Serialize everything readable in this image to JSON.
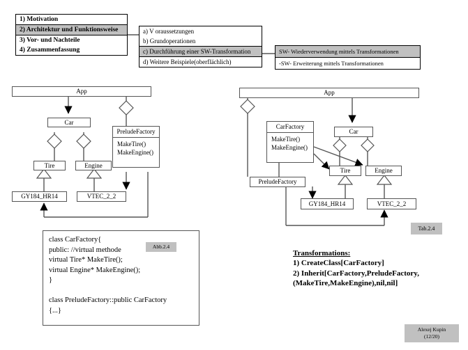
{
  "agenda": {
    "items": [
      {
        "label": "1) Motivation",
        "highlight": false
      },
      {
        "label": "2) Architektur und Funktionsweise",
        "highlight": true
      },
      {
        "label": "3) Vor- und Nachteile",
        "highlight": false
      },
      {
        "label": "4) Zusammenfassung",
        "highlight": false
      }
    ]
  },
  "subagenda": {
    "items": [
      {
        "label": "a) V oraussetzungen",
        "highlight": false
      },
      {
        "label": "b) Grundoperationen",
        "highlight": false
      },
      {
        "label": "c) Durchführung einer SW-Transformation",
        "highlight": true
      },
      {
        "label": "d) Weitere Beispiele(oberflächlich)",
        "highlight": false
      }
    ]
  },
  "transform_menu": {
    "items": [
      {
        "label": "SW- Wiederverwendung  mittels Transformationen",
        "highlight": true
      },
      {
        "label": "-SW- Erweiterung mittels Transformationen",
        "highlight": false
      }
    ]
  },
  "left_diagram": {
    "app": "App",
    "car": "Car",
    "tire": "Tire",
    "engine": "Engine",
    "gy": "GY184_HR14",
    "vtec": "VTEC_2_2",
    "factory_name": "PreludeFactory",
    "factory_ops": [
      "MakeTire()",
      "MakeEngine()"
    ]
  },
  "right_diagram": {
    "app": "App",
    "car": "Car",
    "tire": "Tire",
    "engine": "Engine",
    "gy": "GY184_HR14",
    "vtec": "VTEC_2_2",
    "carfactory_name": "CarFactory",
    "carfactory_ops": [
      "MakeTire()",
      "MakeEngine()"
    ],
    "preludefactory": "PreludeFactory",
    "tab_label": "Tab.2.4"
  },
  "code": {
    "tag": "Abb.2.4",
    "lines": [
      "class CarFactory{",
      "public: //virtual methode",
      "virtual Tire* MakeTire();",
      "virtual Engine* MakeEngine();",
      "}",
      "",
      "class PreludeFactory::public CarFactory",
      "{...}"
    ]
  },
  "transformations": {
    "title": "Transformations:",
    "lines": [
      "1) CreateClass[CarFactory]",
      "2)  Inherit[CarFactory,PreludeFactory,",
      "      (MakeTire,MakeEngine),nil,nil]"
    ]
  },
  "footer": {
    "author": "Alexej Kupin",
    "page": "(12/20)"
  },
  "colors": {
    "highlight": "#c0c0c0",
    "line": "#555555",
    "border": "#000000"
  }
}
